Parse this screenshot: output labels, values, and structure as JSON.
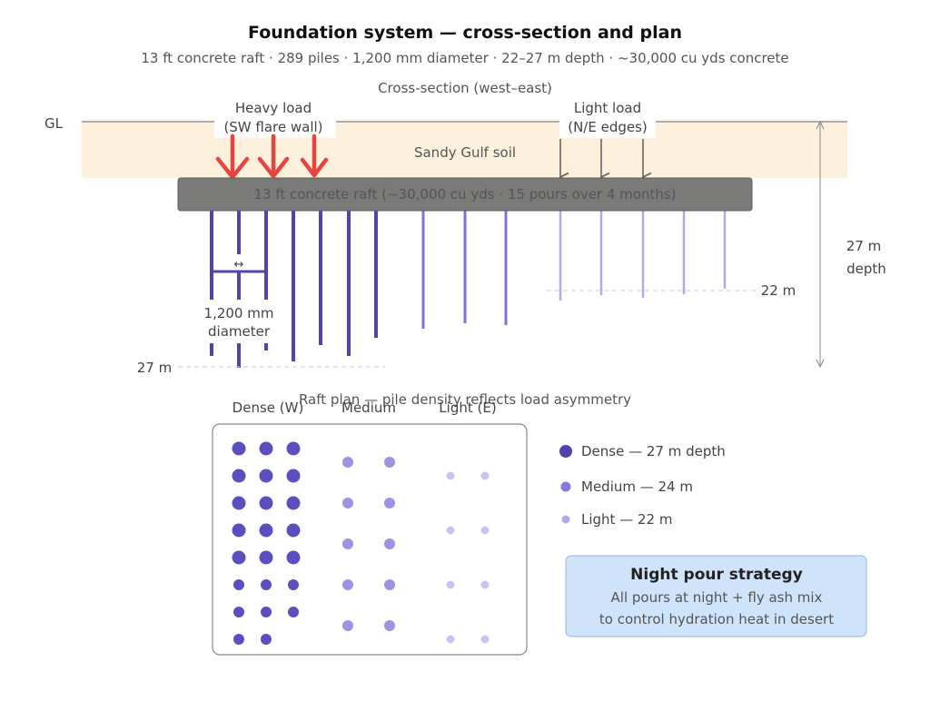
{
  "title": "Foundation system — cross-section and plan",
  "subtitle": "13 ft concrete raft · 289 piles · 1,200 mm diameter · 22–27 m depth · ~30,000 cu yds concrete",
  "section": {
    "heading": "Cross-section (west–east)",
    "ground_label": "GL",
    "soil_label": "Sandy Gulf soil",
    "heavy_load": [
      "Heavy load",
      "(SW flare wall)"
    ],
    "light_load": [
      "Light load",
      "(N/E edges)"
    ],
    "raft_label": "13 ft concrete raft (~30,000 cu yds · 15 pours over 4 months)",
    "diameter_arrow": "↔",
    "diameter_label": [
      "1,200 mm",
      "diameter"
    ],
    "depth_27_label": "27 m",
    "depth_22_label": "22 m",
    "total_depth_label": [
      "27 m",
      "depth"
    ]
  },
  "plan": {
    "heading": "Raft plan — pile density reflects load asymmetry",
    "column_labels": [
      "Dense (W)",
      "Medium",
      "Light (E)"
    ]
  },
  "legend": {
    "items": [
      {
        "label": "Dense — 27 m depth",
        "color": "#4f44b0"
      },
      {
        "label": "Medium — 24 m",
        "color": "#8877dd"
      },
      {
        "label": "Light — 22 m",
        "color": "#b4a9ea"
      }
    ]
  },
  "note": {
    "title": "Night pour strategy",
    "lines": [
      "All pours at night + fly ash mix",
      "to control hydration heat in desert"
    ]
  },
  "colors": {
    "dense": "#4f44b0",
    "medium": "#7f6fe0",
    "light": "#b3a8ec",
    "load_arrow": "#e5453d",
    "soil": "#fdf0dd",
    "raft": "#7a7a78",
    "note_bg": "#cfe3fb"
  }
}
